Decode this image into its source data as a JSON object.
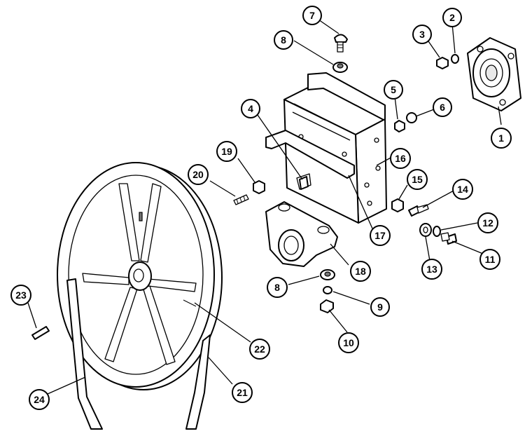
{
  "callouts": [
    {
      "id": "c1",
      "label": "1"
    },
    {
      "id": "c2",
      "label": "2"
    },
    {
      "id": "c3",
      "label": "3"
    },
    {
      "id": "c4",
      "label": "4"
    },
    {
      "id": "c5",
      "label": "5"
    },
    {
      "id": "c6",
      "label": "6"
    },
    {
      "id": "c7",
      "label": "7"
    },
    {
      "id": "c8a",
      "label": "8"
    },
    {
      "id": "c8b",
      "label": "8"
    },
    {
      "id": "c9",
      "label": "9"
    },
    {
      "id": "c10",
      "label": "10"
    },
    {
      "id": "c11",
      "label": "11"
    },
    {
      "id": "c12",
      "label": "12"
    },
    {
      "id": "c13",
      "label": "13"
    },
    {
      "id": "c14",
      "label": "14"
    },
    {
      "id": "c15",
      "label": "15"
    },
    {
      "id": "c16",
      "label": "16"
    },
    {
      "id": "c17",
      "label": "17"
    },
    {
      "id": "c18",
      "label": "18"
    },
    {
      "id": "c19",
      "label": "19"
    },
    {
      "id": "c20",
      "label": "20"
    },
    {
      "id": "c21",
      "label": "21"
    },
    {
      "id": "c22",
      "label": "22"
    },
    {
      "id": "c23",
      "label": "23"
    },
    {
      "id": "c24",
      "label": "24"
    }
  ],
  "colors": {
    "line": "#000000",
    "background": "#ffffff",
    "shade": "#e9e9e9"
  }
}
